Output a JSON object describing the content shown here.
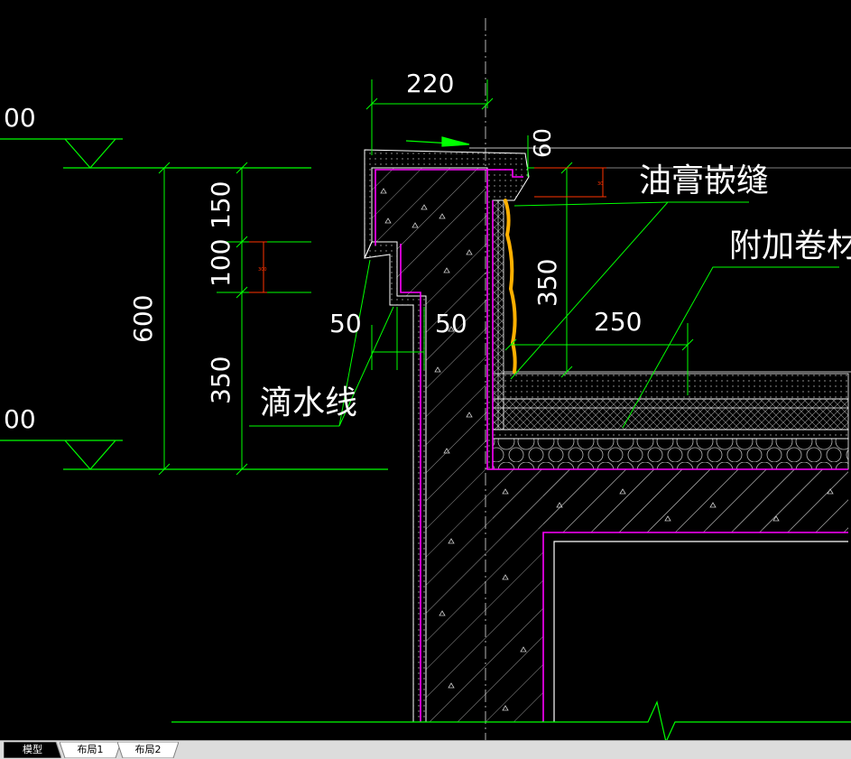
{
  "drawing": {
    "elevation_top_label": "00",
    "elevation_bottom_label": "00",
    "dim_top_width": "220",
    "dim_top_gap": "60",
    "dim_total_height": "600",
    "dim_upper": "150",
    "dim_middle": "100",
    "dim_lower": "350",
    "dim_drip_left": "50",
    "dim_drip_right": "50",
    "dim_upturn_height": "350",
    "dim_extension": "250",
    "label_sealant": "油膏嵌缝",
    "label_membrane": "附加卷材",
    "label_drip": "滴水线",
    "small_dim_a": "300",
    "small_dim_b": "30"
  },
  "colors": {
    "background": "#000000",
    "dimension": "#00ff00",
    "outline": "#ffffff",
    "layer_boundary": "#ff00ff",
    "highlight": "#ffb000",
    "small_dimension": "#ff3300",
    "hatch": "#bdbdbd"
  },
  "tabs": [
    {
      "label": "模型",
      "active": true
    },
    {
      "label": "布局1",
      "active": false
    },
    {
      "label": "布局2",
      "active": false
    }
  ]
}
